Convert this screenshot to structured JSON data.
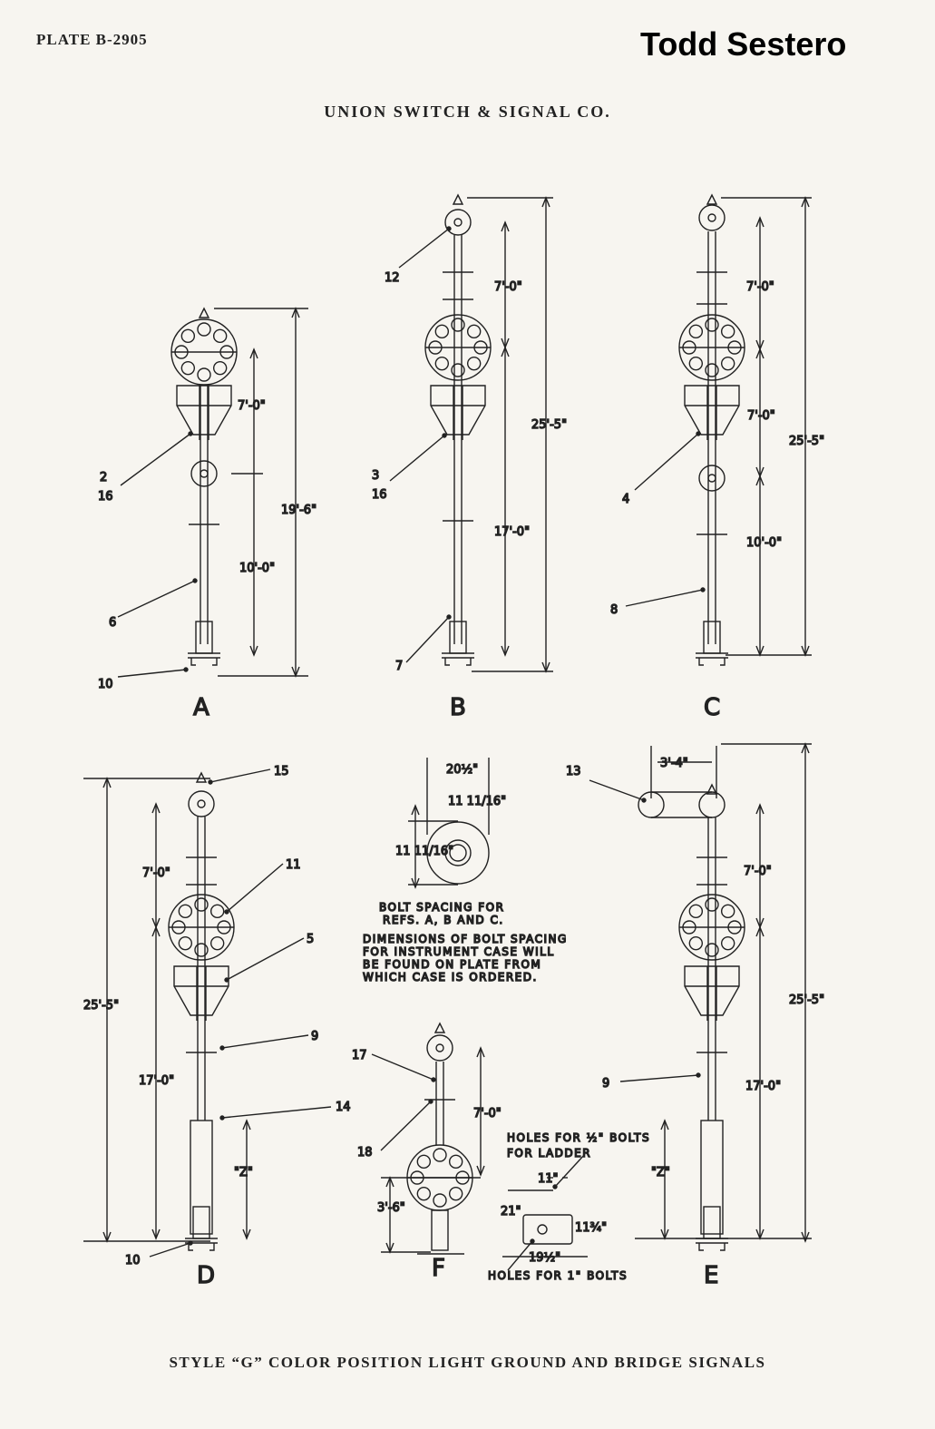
{
  "header": {
    "plate": "PLATE B-2905",
    "author": "Todd Sestero",
    "company": "UNION SWITCH & SIGNAL CO."
  },
  "footer": {
    "title": "STYLE “G” COLOR POSITION LIGHT GROUND AND BRIDGE SIGNALS"
  },
  "figures": {
    "A": {
      "letter": "A",
      "dims": [
        "7'-0\"",
        "10'-0\"",
        "19'-6\""
      ],
      "callouts": [
        "2",
        "16",
        "6",
        "10"
      ]
    },
    "B": {
      "letter": "B",
      "dims": [
        "7'-0\"",
        "25'-5\"",
        "17'-0\""
      ],
      "callouts": [
        "12",
        "3",
        "16",
        "7"
      ]
    },
    "C": {
      "letter": "C",
      "dims": [
        "7'-0\"",
        "7'-0\"",
        "25'-5\"",
        "10'-0\""
      ],
      "callouts": [
        "4",
        "8"
      ]
    },
    "D": {
      "letter": "D",
      "dims": [
        "7'-0\"",
        "25'-5\"",
        "17'-0\"",
        "\"Z\""
      ],
      "callouts": [
        "15",
        "11",
        "5",
        "9",
        "14",
        "10"
      ]
    },
    "E": {
      "letter": "E",
      "dims": [
        "3'-4\"",
        "7'-0\"",
        "25'-5\"",
        "17'-0\"",
        "\"Z\""
      ],
      "callouts": [
        "13",
        "9"
      ]
    },
    "F": {
      "letter": "F",
      "dims": [
        "7'-0\"",
        "3'-6\""
      ],
      "callouts": [
        "17",
        "18"
      ]
    }
  },
  "bolt_detail": {
    "dims": [
      "20½\"",
      "11 11/16\"",
      "11 11/16\""
    ],
    "caption1": "BOLT SPACING FOR",
    "caption2": "REFS. A, B AND C.",
    "note": [
      "DIMENSIONS OF BOLT SPACING",
      "FOR INSTRUMENT CASE WILL",
      "BE FOUND ON PLATE FROM",
      "WHICH CASE IS ORDERED."
    ]
  },
  "base_detail": {
    "holes_ladder": [
      "HOLES FOR ½\" BOLTS",
      "FOR LADDER"
    ],
    "dims": [
      "11\"",
      "21\"",
      "11¾\"",
      "19½\""
    ],
    "holes_bolts": "HOLES FOR 1\" BOLTS"
  }
}
